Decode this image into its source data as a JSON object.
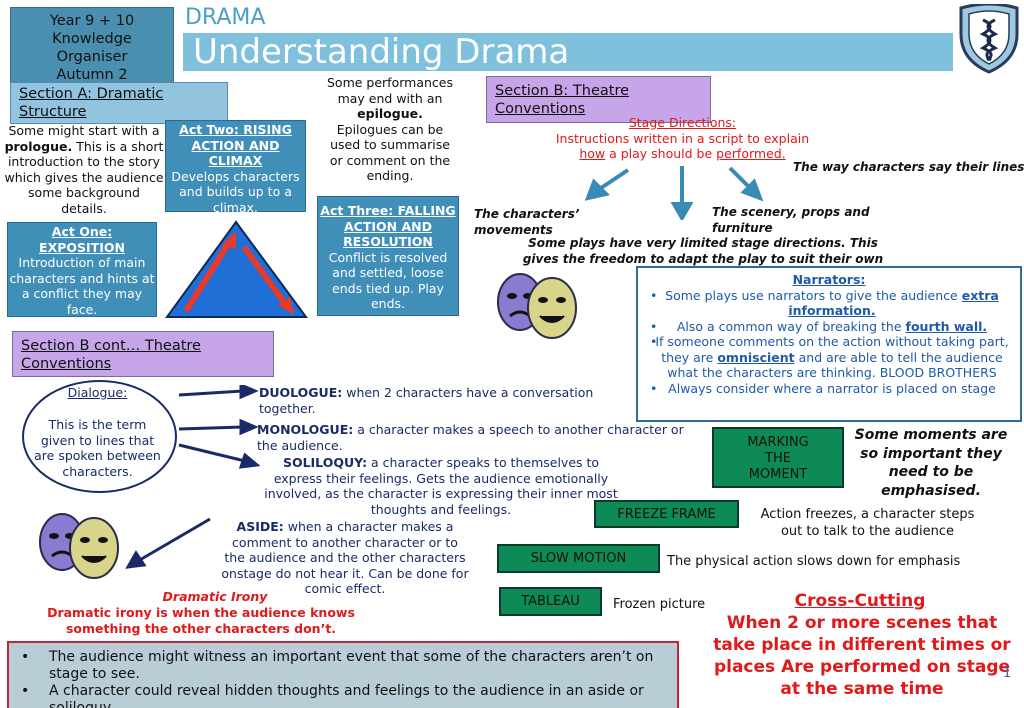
{
  "header": {
    "subject": "DRAMA",
    "title": "Understanding Drama",
    "info": [
      "Year 9 + 10",
      "Knowledge",
      "Organiser",
      "Autumn 2"
    ],
    "page_number": "1"
  },
  "section_a": {
    "heading": "Section A: Dramatic Structure",
    "prologue": {
      "pre": "Some might start with a ",
      "bold": "prologue.",
      "post": " This is a short introduction to the story which gives the audience some background details."
    },
    "act_one": {
      "title": "Act One: EXPOSITION",
      "body": "Introduction of main characters and hints at a conflict they may face."
    },
    "act_two": {
      "title": "Act Two: RISING ACTION AND CLIMAX",
      "body": "Develops characters and builds up to a climax."
    },
    "act_three": {
      "title": "Act Three: FALLING ACTION AND RESOLUTION",
      "body": "Conflict is resolved and settled, loose ends tied up. Play ends."
    },
    "epilogue": {
      "pre": "Some performances may end with an ",
      "bold": "epilogue.",
      "post": " Epilogues can be used to summarise or comment on the ending."
    }
  },
  "section_b": {
    "heading": "Section B: Theatre Conventions",
    "stage_directions": {
      "title": "Stage Directions:",
      "line1": "Instructions written in a script to explain",
      "how": "how",
      "mid": " a play should be ",
      "performed": "performed."
    },
    "branch_right": "The way characters say their lines",
    "branch_left": "The characters’ movements",
    "branch_middle": "The scenery, props and furniture",
    "limited_note": "Some plays have very limited stage directions. This gives the freedom to adapt the play to suit their own ideas."
  },
  "narrators": {
    "title": "Narrators:",
    "items": [
      {
        "pre": "Some plays use narrators to give the audience ",
        "emph": "extra information.",
        "post": ""
      },
      {
        "pre": "Also a common way of breaking the ",
        "emph": "fourth wall.",
        "post": ""
      },
      {
        "pre": "If someone comments on the action without taking part, they are ",
        "emph": "omniscient",
        "post": " and are able to tell the audience what the characters are thinking. BLOOD BROTHERS"
      },
      {
        "pre": "Always consider where a narrator is placed on stage",
        "emph": "",
        "post": ""
      }
    ]
  },
  "section_b_cont": {
    "heading": "Section B cont… Theatre Conventions",
    "dialogue_title": "Dialogue:",
    "dialogue_body": "This is the term given to lines that are spoken between characters.",
    "duologue": {
      "term": "DUOLOGUE:",
      "text": " when 2 characters have a conversation together."
    },
    "monologue": {
      "term": "MONOLOGUE:",
      "text": " a character makes a speech to another character or the audience."
    },
    "soliloquy": {
      "term": "SOLILOQUY:",
      "text": " a character speaks to themselves to express their feelings. Gets the audience emotionally involved, as the character is expressing their inner most thoughts and feelings."
    },
    "aside": {
      "term": "ASIDE:",
      "text": " when a character makes a comment to another character or to the audience and the other characters onstage do not hear it. Can be done for comic effect."
    }
  },
  "dramatic_irony": {
    "title": "Dramatic Irony",
    "definition": "Dramatic irony is when the audience knows something the other characters don’t.",
    "bullets": [
      "The audience might witness an important event that some of the characters aren’t on stage to see.",
      "A character could reveal hidden thoughts and feelings to the audience in an aside or soliloquy."
    ]
  },
  "marking_moment": {
    "label": "MARKING THE MOMENT",
    "note": "Some moments are so important they need to be emphasised.",
    "freeze_frame": {
      "label": "FREEZE FRAME",
      "desc": "Action freezes, a character steps out to talk to the audience"
    },
    "slow_motion": {
      "label": "SLOW MOTION",
      "desc": "The physical action slows down for emphasis"
    },
    "tableau": {
      "label": "TABLEAU",
      "desc": "Frozen picture"
    }
  },
  "cross_cutting": {
    "title": "Cross-Cutting",
    "body": "When 2 or more scenes that take place in different times or places Are performed on stage at the same time"
  },
  "icons": [
    "shield-crest-icon",
    "theatre-masks-icon",
    "freytag-triangle-icon"
  ],
  "colors": {
    "title_band": "#7fc0dc",
    "section_purple": "#c6a6e8",
    "act_teal": "#3f8fb8",
    "btn_green": "#0d8a55",
    "accent_red": "#e0191b"
  }
}
